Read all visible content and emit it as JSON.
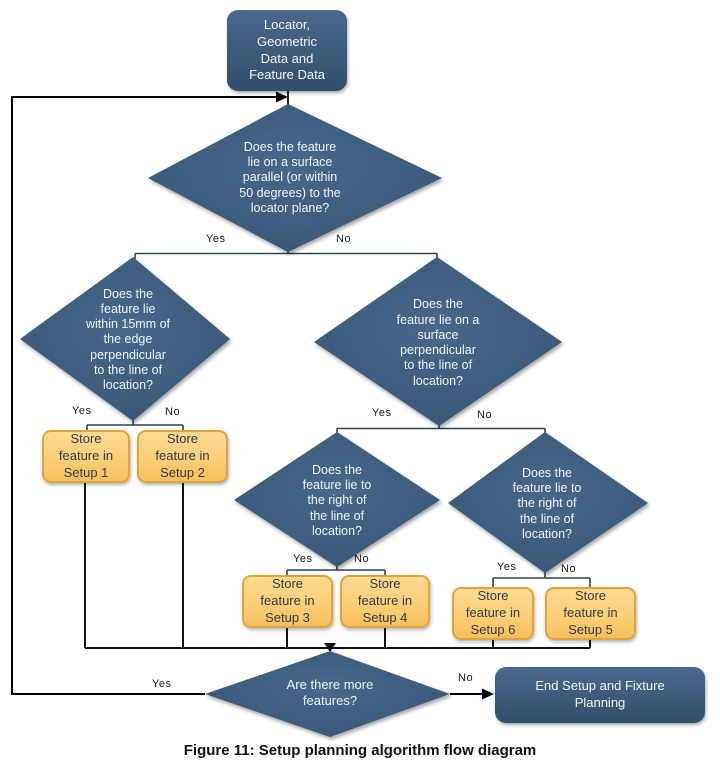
{
  "figure": {
    "caption": "Figure 11: Setup planning algorithm flow diagram"
  },
  "colors": {
    "decision_fill_center": "#46688c",
    "decision_fill_edge": "#334f6b",
    "terminator_fill": "#3c5a7a",
    "node_text": "#f4f7fa",
    "setup_fill": "#fbcf78",
    "setup_border": "#e2a23c",
    "setup_text": "#333a47",
    "branch_line": "#2c4257",
    "loop_line": "#000000"
  },
  "nodes": {
    "start": {
      "type": "terminator",
      "label": "Locator,\nGeometric\nData and\nFeature Data"
    },
    "d1": {
      "type": "decision",
      "label": "Does the feature\nlie on a surface\nparallel (or within\n50 degrees) to the\nlocator plane?"
    },
    "d2": {
      "type": "decision",
      "label": "Does the\nfeature lie\nwithin 15mm of\nthe edge\nperpendicular\nto the line of\nlocation?"
    },
    "d3": {
      "type": "decision",
      "label": "Does the\nfeature lie on a\nsurface\nperpendicular\nto the line of\nlocation?"
    },
    "d4": {
      "type": "decision",
      "label": "Does the\nfeature lie to\nthe right of\nthe line of\nlocation?"
    },
    "d5": {
      "type": "decision",
      "label": "Does the\nfeature lie to\nthe right of\nthe line of\nlocation?"
    },
    "s1": {
      "type": "process",
      "label": "Store\nfeature in\nSetup 1"
    },
    "s2": {
      "type": "process",
      "label": "Store\nfeature in\nSetup 2"
    },
    "s3": {
      "type": "process",
      "label": "Store\nfeature in\nSetup 3"
    },
    "s4": {
      "type": "process",
      "label": "Store\nfeature in\nSetup 4"
    },
    "s6": {
      "type": "process",
      "label": "Store\nfeature in\nSetup 6"
    },
    "s5": {
      "type": "process",
      "label": "Store\nfeature in\nSetup 5"
    },
    "more": {
      "type": "decision",
      "label": "Are there more\nfeatures?"
    },
    "end": {
      "type": "terminator",
      "label": "End Setup and Fixture\nPlanning"
    }
  },
  "edge_labels": {
    "d1_yes": "Yes",
    "d1_no": "No",
    "d2_yes": "Yes",
    "d2_no": "No",
    "d3_yes": "Yes",
    "d3_no": "No",
    "d4_yes": "Yes",
    "d4_no": "No",
    "d5_yes": "Yes",
    "d5_no": "No",
    "more_yes": "Yes",
    "more_no": "No"
  }
}
